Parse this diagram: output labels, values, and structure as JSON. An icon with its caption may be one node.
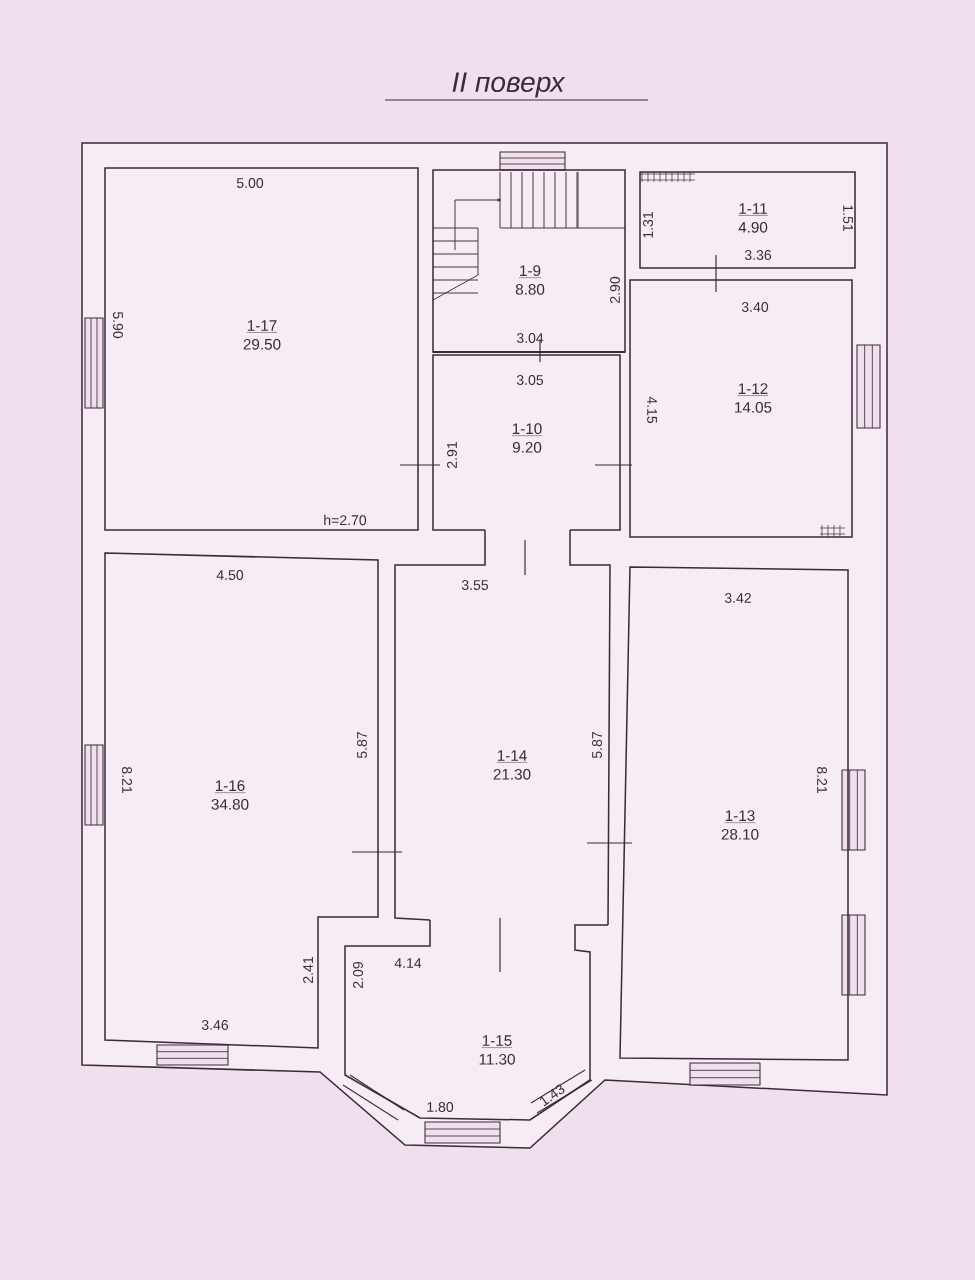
{
  "diagram": {
    "title": "II поверх",
    "nodes": [
      {
        "text": [
          "1-17",
          "29.50"
        ]
      },
      {
        "text": [
          "1-9",
          "8.80"
        ]
      },
      {
        "text": [
          "1-11",
          "4.90"
        ]
      },
      {
        "text": [
          "1-12",
          "14.05"
        ]
      },
      {
        "text": [
          "1-10",
          "9.20"
        ]
      },
      {
        "text": [
          "1-16",
          "34.80"
        ]
      },
      {
        "text": [
          "1-14",
          "21.30"
        ]
      },
      {
        "text": [
          "1-13",
          "28.10"
        ]
      },
      {
        "text": [
          "1-15",
          "11.30"
        ]
      }
    ],
    "labels": [
      "5.00",
      "1.31",
      "1.51",
      "3.36",
      "2.90",
      "5.90",
      "3.40",
      "3.04",
      "3.05",
      "4.15",
      "2.91",
      "h=2.70",
      "4.50",
      "3.55",
      "3.42",
      "5.87",
      "5.87",
      "8.21",
      "8.21",
      "4.14",
      "2.41",
      "2.09",
      "3.46",
      "1.80",
      "1.43"
    ]
  }
}
